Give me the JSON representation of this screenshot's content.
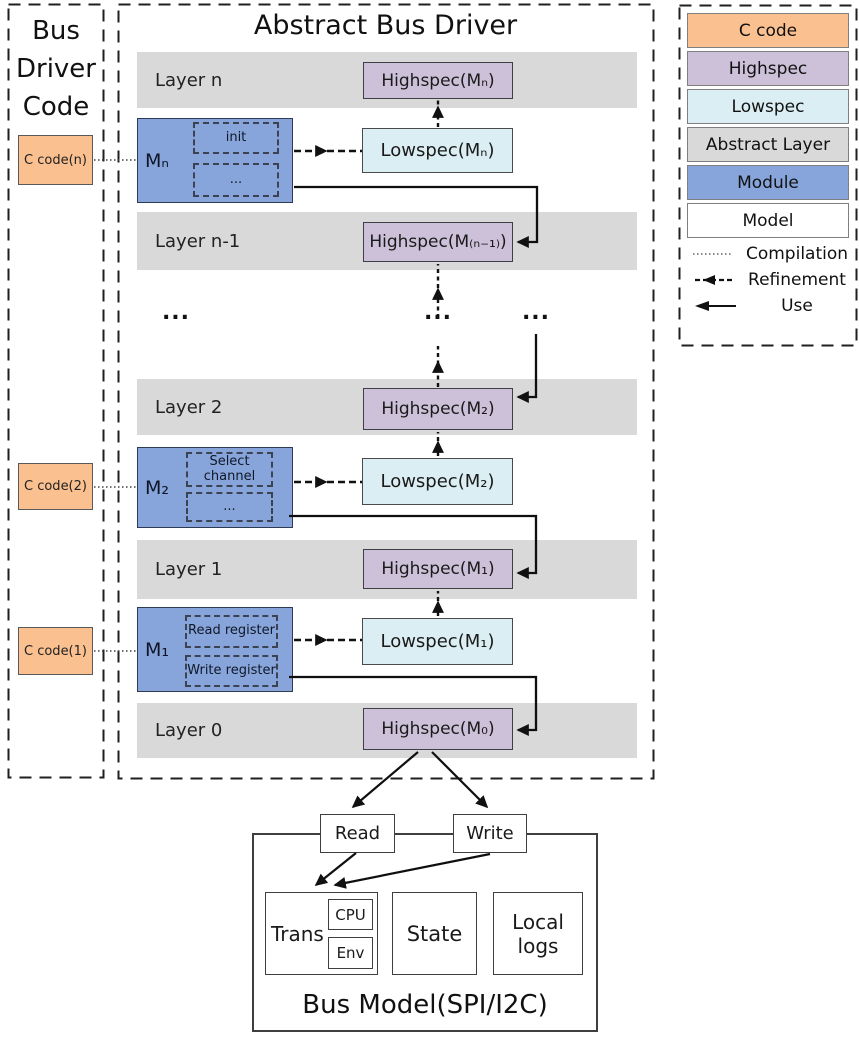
{
  "left_panel": {
    "title_lines": [
      "Bus",
      "Driver",
      "Code"
    ],
    "c_codes": [
      {
        "label": "C code(n)"
      },
      {
        "label": "C code(2)"
      },
      {
        "label": "C code(1)"
      }
    ]
  },
  "main": {
    "title": "Abstract Bus Driver",
    "ellipsis": "...",
    "layers": [
      {
        "label": "Layer n",
        "highspec": "Highspec(Mₙ)"
      },
      {
        "label": "Layer n-1",
        "highspec": "Highspec(M₍ₙ₋₁₎)"
      },
      {
        "label": "Layer 2",
        "highspec": "Highspec(M₂)"
      },
      {
        "label": "Layer 1",
        "highspec": "Highspec(M₁)"
      },
      {
        "label": "Layer 0",
        "highspec": "Highspec(M₀)"
      }
    ],
    "modules": [
      {
        "label": "Mₙ",
        "functions": [
          "init",
          "..."
        ],
        "lowspec": "Lowspec(Mₙ)"
      },
      {
        "label": "M₂",
        "functions": [
          "Select channel",
          "..."
        ],
        "lowspec": "Lowspec(M₂)"
      },
      {
        "label": "M₁",
        "functions": [
          "Read register",
          "Write register"
        ],
        "lowspec": "Lowspec(M₁)"
      }
    ]
  },
  "legend": {
    "items": [
      {
        "label": "C code",
        "color": "#FAC090"
      },
      {
        "label": "Highspec",
        "color": "#CCC1D9"
      },
      {
        "label": "Lowspec",
        "color": "#DAEEF3"
      },
      {
        "label": "Abstract Layer",
        "color": "#D9D9D9"
      },
      {
        "label": "Module",
        "color": "#87A5DB"
      },
      {
        "label": "Model",
        "color": "#FFFFFF"
      }
    ],
    "lines": [
      {
        "label": "Compilation"
      },
      {
        "label": "Refinement"
      },
      {
        "label": "Use"
      }
    ]
  },
  "bus_model": {
    "read": "Read",
    "write": "Write",
    "trans": "Trans",
    "cpu": "CPU",
    "env": "Env",
    "state": "State",
    "local_logs": "Local logs",
    "caption": "Bus Model(SPI/I2C)"
  },
  "colors": {
    "c_code": "#FAC090",
    "highspec": "#CCC1D9",
    "lowspec": "#DAEEF3",
    "abstract_layer": "#D9D9D9",
    "module": "#87A5DB",
    "model": "#FFFFFF",
    "line": "#111111"
  }
}
